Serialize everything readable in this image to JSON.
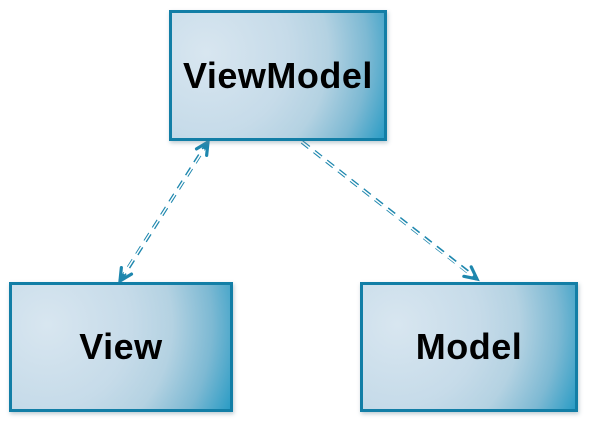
{
  "diagram": {
    "type": "architecture-diagram",
    "pattern": "MVVM",
    "background": "#ffffff",
    "nodes": [
      {
        "id": "viewmodel",
        "label": "ViewModel"
      },
      {
        "id": "view",
        "label": "View"
      },
      {
        "id": "model",
        "label": "Model"
      }
    ],
    "connectors": [
      {
        "from": "viewmodel",
        "to": "view",
        "line_style": "double-dashed",
        "arrows": "both-ends"
      },
      {
        "from": "viewmodel",
        "to": "model",
        "line_style": "double-dashed",
        "arrows": "end-only"
      }
    ],
    "colors": {
      "node_border": "#127ea6",
      "node_fill_light": "#d8e6f0",
      "node_fill_dark": "#2b9cc5",
      "connector": "#1e87ae",
      "label_text": "#000000",
      "background": "#ffffff"
    }
  }
}
